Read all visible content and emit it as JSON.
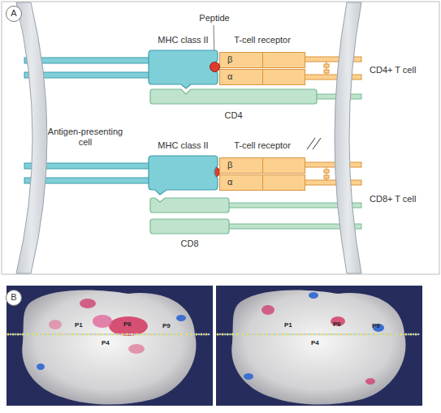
{
  "diagram": {
    "nodes": [
      {
        "text": [
          "A"
        ]
      },
      {
        "text": [
          "Peptide"
        ]
      },
      {
        "text": [
          "MHC class II"
        ]
      },
      {
        "text": [
          "T-cell receptor"
        ]
      },
      {
        "text": [
          "β"
        ],
        "in": 3
      },
      {
        "text": [
          "α"
        ],
        "in": 3
      },
      {
        "text": [
          "CD4"
        ]
      },
      {
        "text": [
          "MHC class II"
        ]
      },
      {
        "text": [
          "T-cell receptor"
        ]
      },
      {
        "text": [
          "β"
        ],
        "in": 8
      },
      {
        "text": [
          "α"
        ],
        "in": 8
      },
      {
        "text": [
          "CD8"
        ]
      },
      {
        "text": [
          "B"
        ]
      }
    ],
    "labels": [
      "CD4+ T cell",
      "Antigen-presenting cell",
      "CD8+ T cell",
      "P1",
      "P6",
      "P9",
      "P4",
      "P1",
      "P6",
      "P9",
      "P4"
    ]
  }
}
